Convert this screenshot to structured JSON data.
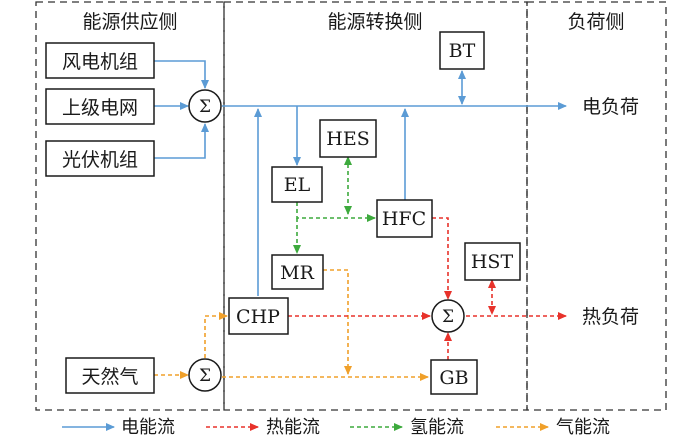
{
  "regions": {
    "supply": "能源供应侧",
    "conversion": "能源转换侧",
    "load": "负荷侧"
  },
  "sources": {
    "wind": "风电机组",
    "grid": "上级电网",
    "pv": "光伏机组",
    "gas": "天然气"
  },
  "devices": {
    "bt": "BT",
    "hes": "HES",
    "el": "EL",
    "hfc": "HFC",
    "mr": "MR",
    "hst": "HST",
    "chp": "CHP",
    "gb": "GB"
  },
  "loads": {
    "electric": "电负荷",
    "heat": "热负荷"
  },
  "summation_symbol": "Σ",
  "legend": [
    {
      "label": "电能流",
      "color": "#5b9bd5",
      "dashed": false
    },
    {
      "label": "热能流",
      "color": "#e8322b",
      "dashed": true
    },
    {
      "label": "氢能流",
      "color": "#3daa3d",
      "dashed": true
    },
    {
      "label": "气能流",
      "color": "#f0a02a",
      "dashed": true
    }
  ],
  "colors": {
    "electric": "#5b9bd5",
    "heat": "#e8322b",
    "hydrogen": "#3daa3d",
    "gas": "#f0a02a"
  }
}
